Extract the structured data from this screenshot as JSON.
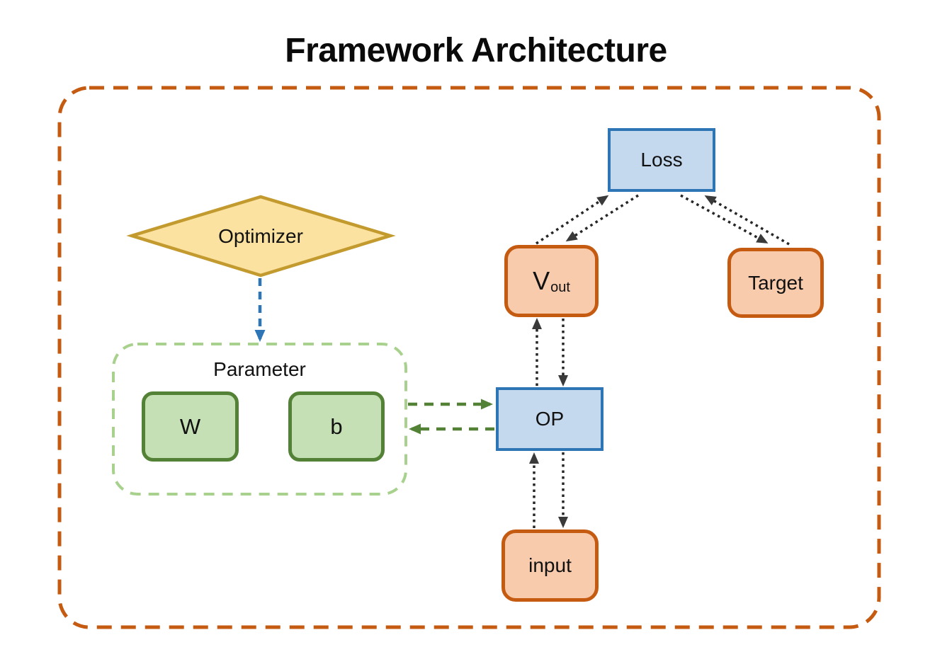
{
  "title": "Framework Architecture",
  "nodes": {
    "loss": {
      "label": "Loss",
      "shape": "rectangle",
      "color_fill": "#C4D9EE",
      "color_border": "#2E75B6"
    },
    "optimizer": {
      "label": "Optimizer",
      "shape": "diamond",
      "color_fill": "#FBE2A0",
      "color_border": "#C29A2E"
    },
    "vout": {
      "label": "V",
      "subscript": "out",
      "shape": "rounded-rectangle",
      "color_fill": "#F8CBAD",
      "color_border": "#C55A11"
    },
    "target": {
      "label": "Target",
      "shape": "rounded-rectangle",
      "color_fill": "#F8CBAD",
      "color_border": "#C55A11"
    },
    "parameter": {
      "label": "Parameter",
      "shape": "dashed-rounded-group",
      "color_border": "#A9D18E"
    },
    "w": {
      "label": "W",
      "shape": "rounded-rectangle",
      "color_fill": "#C5E0B4",
      "color_border": "#538135"
    },
    "b": {
      "label": "b",
      "shape": "rounded-rectangle",
      "color_fill": "#C5E0B4",
      "color_border": "#538135"
    },
    "op": {
      "label": "OP",
      "shape": "rectangle",
      "color_fill": "#C4D9EE",
      "color_border": "#2E75B6"
    },
    "input": {
      "label": "input",
      "shape": "rounded-rectangle",
      "color_fill": "#F8CBAD",
      "color_border": "#C55A11"
    }
  },
  "edges": [
    {
      "from": "vout",
      "to": "loss",
      "style": "dotted",
      "color": "#262626"
    },
    {
      "from": "loss",
      "to": "vout",
      "style": "dotted",
      "color": "#262626"
    },
    {
      "from": "target",
      "to": "loss",
      "style": "dotted",
      "color": "#262626"
    },
    {
      "from": "loss",
      "to": "target",
      "style": "dotted",
      "color": "#262626"
    },
    {
      "from": "op",
      "to": "vout",
      "style": "dotted",
      "color": "#262626"
    },
    {
      "from": "vout",
      "to": "op",
      "style": "dotted",
      "color": "#262626"
    },
    {
      "from": "input",
      "to": "op",
      "style": "dotted",
      "color": "#262626"
    },
    {
      "from": "op",
      "to": "input",
      "style": "dotted",
      "color": "#262626"
    },
    {
      "from": "optimizer",
      "to": "parameter",
      "style": "dashed",
      "color": "#2E75B6"
    },
    {
      "from": "parameter",
      "to": "op",
      "style": "dashed",
      "color": "#538135"
    },
    {
      "from": "op",
      "to": "parameter",
      "style": "dashed",
      "color": "#538135"
    }
  ],
  "colors": {
    "outer_border": "#C55A11",
    "blue_fill": "#C4D9EE",
    "blue_border": "#2E75B6",
    "orange_fill": "#F8CBAD",
    "orange_border": "#C55A11",
    "green_fill": "#C5E0B4",
    "green_border": "#538135",
    "gold_fill": "#FBE2A0",
    "gold_border": "#C29A2E",
    "param_border": "#A9D18E",
    "arrow_black": "#262626",
    "arrow_blue": "#2E75B6",
    "arrow_green": "#538135"
  }
}
